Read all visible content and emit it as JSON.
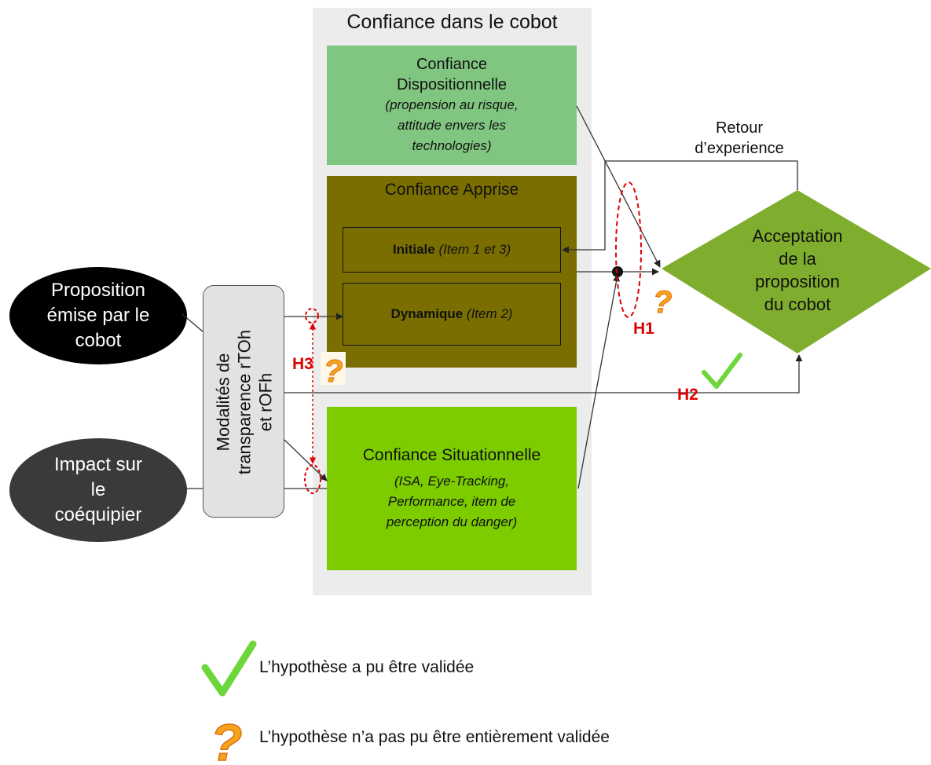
{
  "panel": {
    "title": "Confiance dans le cobot"
  },
  "dispositionnelle": {
    "line1": "Confiance",
    "line2": "Dispositionnelle",
    "detail1": "(propension au risque,",
    "detail2": "attitude envers les",
    "detail3": "technologies)"
  },
  "apprise": {
    "title": "Confiance Apprise",
    "initiale_label": "Initiale",
    "initiale_detail": "(Item 1 et 3)",
    "dynamique_label": "Dynamique",
    "dynamique_detail": "(Item 2)"
  },
  "situationnelle": {
    "title": "Confiance Situationnelle",
    "detail1": "(ISA, Eye-Tracking,",
    "detail2": "Performance, item de",
    "detail3": "perception du danger)"
  },
  "proposition": {
    "line1": "Proposition",
    "line2": "émise par le",
    "line3": "cobot"
  },
  "impact": {
    "line1": "Impact sur",
    "line2": "le",
    "line3": "coéquipier"
  },
  "modalites": {
    "line1": "Modalités de",
    "line2": "transparence rTOh",
    "line3": "et rOFh"
  },
  "acceptation": {
    "line1": "Acceptation",
    "line2": "de la",
    "line3": "proposition",
    "line4": "du cobot"
  },
  "retour": {
    "line1": "Retour",
    "line2": "d’experience"
  },
  "hypotheses": {
    "h1": "H1",
    "h2": "H2",
    "h3": "H3"
  },
  "legend": {
    "validated": "L’hypothèse a pu être validée",
    "not_validated": "L’hypothèse n’a pas pu être entièrement validée"
  },
  "colors": {
    "dispositionnelle": "#80c680",
    "apprise": "#7a6e00",
    "situationnelle": "#7ccc00",
    "acceptation": "#7fae2e",
    "hypothesis_red": "#e00000",
    "check_green": "#6cd63a",
    "question_orange": "#f5a51c"
  },
  "icons": [
    "check-icon",
    "question-icon"
  ]
}
